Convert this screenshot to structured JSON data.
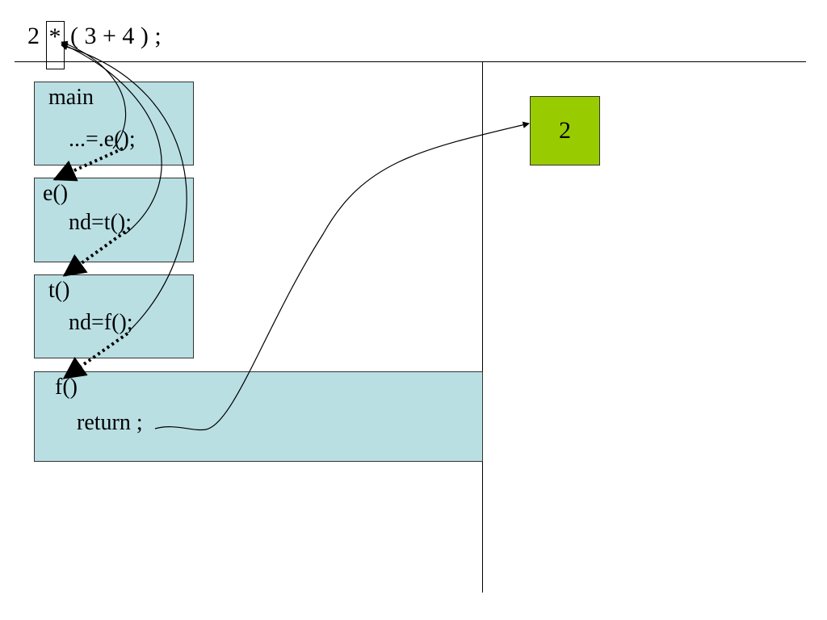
{
  "expression": {
    "left": "2 ",
    "highlighted": "*",
    "right": " ( 3 + 4 ) ;"
  },
  "frames": {
    "main": {
      "name": "main",
      "code": "...=.e();"
    },
    "e": {
      "name": "e()",
      "code": "nd=t();"
    },
    "t": {
      "name": "t()",
      "code": "nd=f();"
    },
    "f": {
      "name": "f()",
      "code": "return ;"
    }
  },
  "value_box": {
    "label": "2"
  },
  "colors": {
    "frame_fill": "#b9dfe3",
    "value_fill": "#99cc00"
  }
}
